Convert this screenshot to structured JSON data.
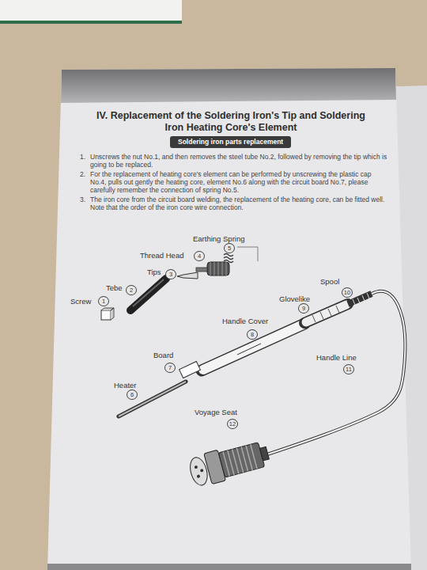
{
  "diagram": {
    "title": "IV. Replacement of the Soldering Iron's Tip and Soldering Iron Heating Core's Element",
    "nodes": [
      {
        "text": [
          "Soldering iron parts replacement"
        ]
      }
    ],
    "labels": [
      "1.",
      "Unscrews the nut No.1, and then removes the steel tube No.2, followed by removing the tip which is going to be replaced.",
      "2.",
      "For the replacement of heating core's element can be performed by unscrewing the plastic cap No.4, pulls out gently the heating core, element No.6 along with the circuit board No.7, please carefully remember the connection of spring No.5.",
      "3.",
      "The iron core from the circuit board welding, the replacement of the heating core, can be fitted well. Note that the order of the iron core wire connection.",
      "Earthing Spring",
      "5",
      "Thread Head",
      "4",
      "Tips",
      "3",
      "Tebe",
      "2",
      "Screw",
      "1",
      "Spool",
      "10",
      "Glovelike",
      "9",
      "Handle Cover",
      "8",
      "Board",
      "7",
      "Handle Line",
      "11",
      "Heater",
      "6",
      "Voyage Seat",
      "12"
    ]
  }
}
